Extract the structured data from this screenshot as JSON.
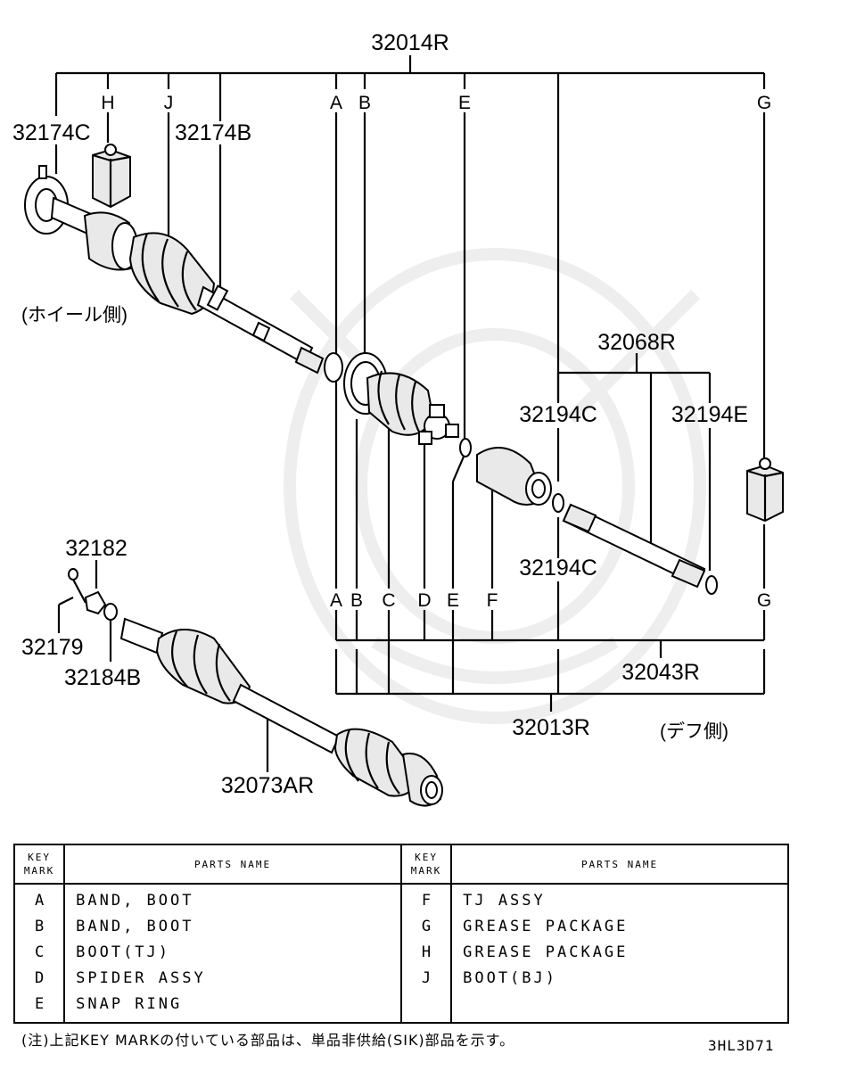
{
  "labels": {
    "top_assembly": "32014R",
    "p32174C": "32174C",
    "p32174B": "32174B",
    "p32068R": "32068R",
    "p32194C_top": "32194C",
    "p32194E": "32194E",
    "p32194C_bottom": "32194C",
    "p32182": "32182",
    "p32179": "32179",
    "p32184B": "32184B",
    "p32043R": "32043R",
    "p32013R": "32013R",
    "p32073AR": "32073AR",
    "wheel_side": "(ホイール側)",
    "diff_side": "(デフ側)"
  },
  "key_marks_top": [
    "H",
    "J",
    "A",
    "B",
    "E",
    "G"
  ],
  "key_marks_bottom": [
    "A",
    "B",
    "C",
    "D",
    "E",
    "F",
    "G"
  ],
  "table": {
    "key_header_line1": "KEY",
    "key_header_line2": "MARK",
    "name_header": "PARTS NAME",
    "left": [
      {
        "key": "A",
        "name": "BAND, BOOT"
      },
      {
        "key": "B",
        "name": "BAND, BOOT"
      },
      {
        "key": "C",
        "name": "BOOT(TJ)"
      },
      {
        "key": "D",
        "name": "SPIDER ASSY"
      },
      {
        "key": "E",
        "name": "SNAP RING"
      }
    ],
    "right": [
      {
        "key": "F",
        "name": "TJ ASSY"
      },
      {
        "key": "G",
        "name": "GREASE PACKAGE"
      },
      {
        "key": "H",
        "name": "GREASE PACKAGE"
      },
      {
        "key": "J",
        "name": "BOOT(BJ)"
      }
    ]
  },
  "footnote": "(注)上記KEY MARKの付いている部品は、単品非供給(SIK)部品を示す。",
  "figure_code": "3HL3D71"
}
